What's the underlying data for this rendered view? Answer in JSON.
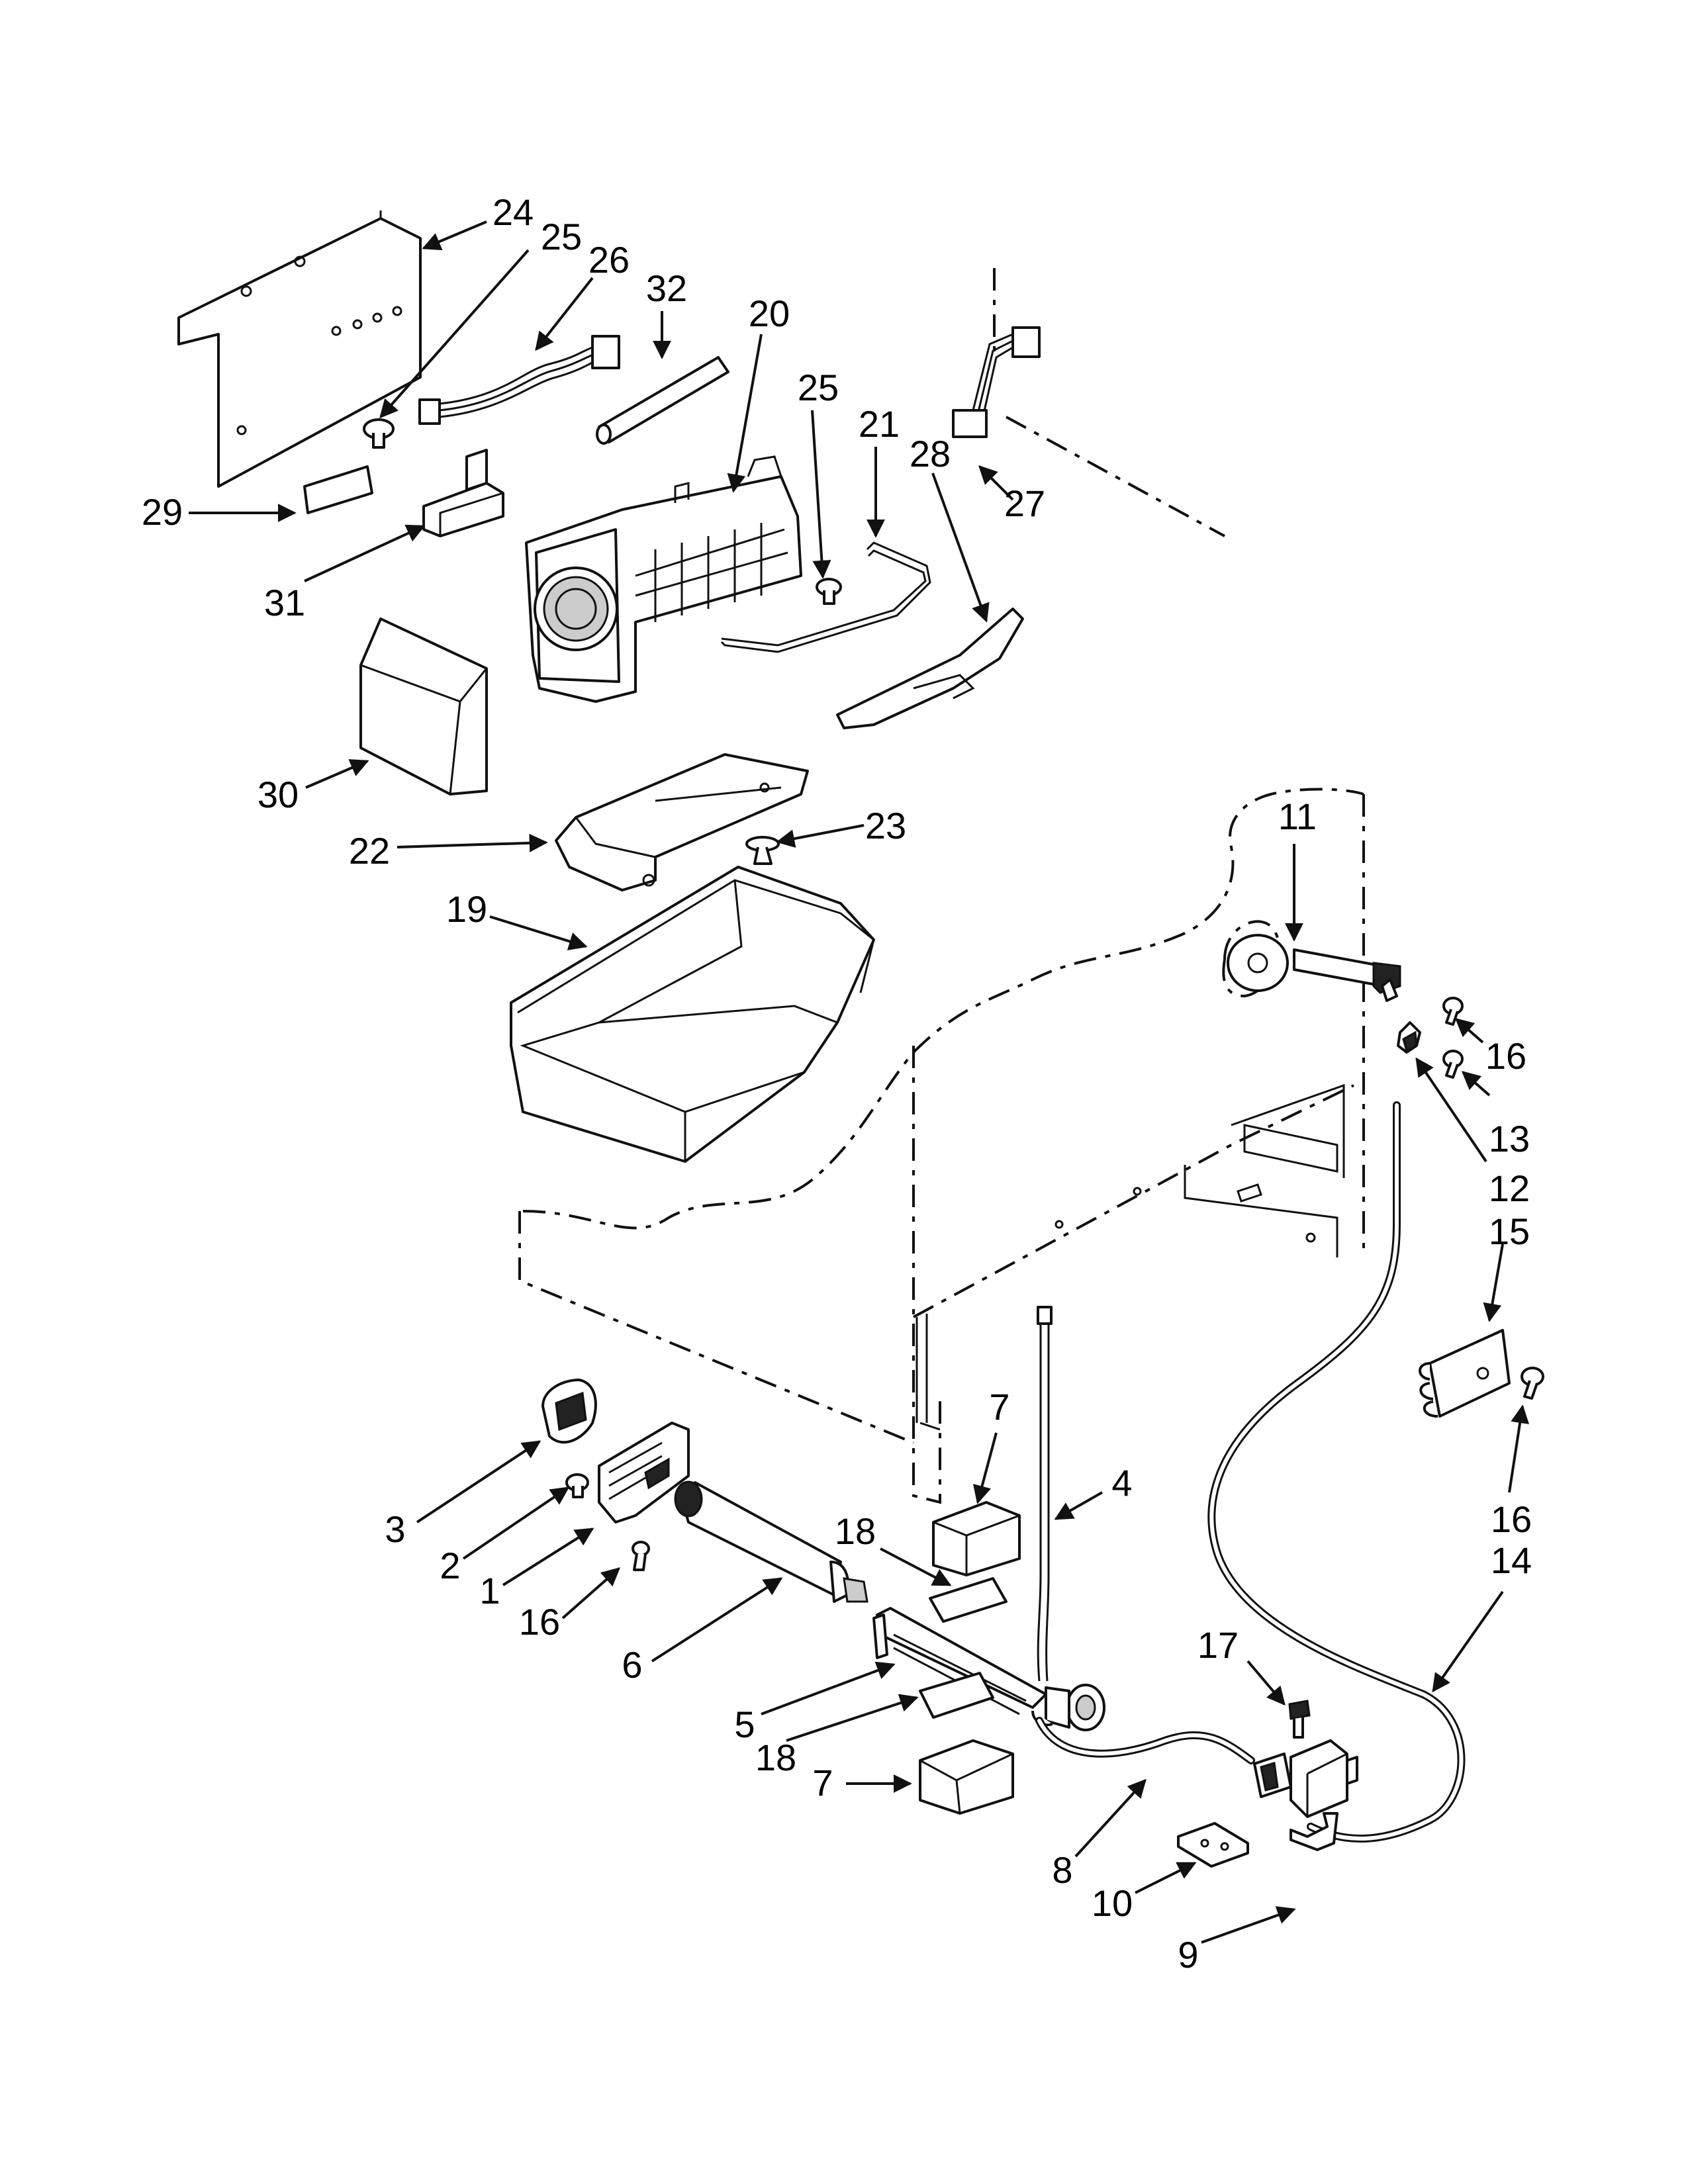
{
  "diagram": {
    "callouts": {
      "c24": "24",
      "c25a": "25",
      "c26": "26",
      "c32": "32",
      "c20": "20",
      "c25b": "25",
      "c21": "21",
      "c28": "28",
      "c27": "27",
      "c29": "29",
      "c31": "31",
      "c30": "30",
      "c22": "22",
      "c23": "23",
      "c19": "19",
      "c11": "11",
      "c16a": "16",
      "c13": "13",
      "c12": "12",
      "c15": "15",
      "c16b": "16",
      "c14": "14",
      "c7a": "7",
      "c4": "4",
      "c18a": "18",
      "c3": "3",
      "c2": "2",
      "c1": "1",
      "c16c": "16",
      "c6": "6",
      "c5": "5",
      "c18b": "18",
      "c7b": "7",
      "c17": "17",
      "c8": "8",
      "c10": "10",
      "c9": "9"
    }
  }
}
